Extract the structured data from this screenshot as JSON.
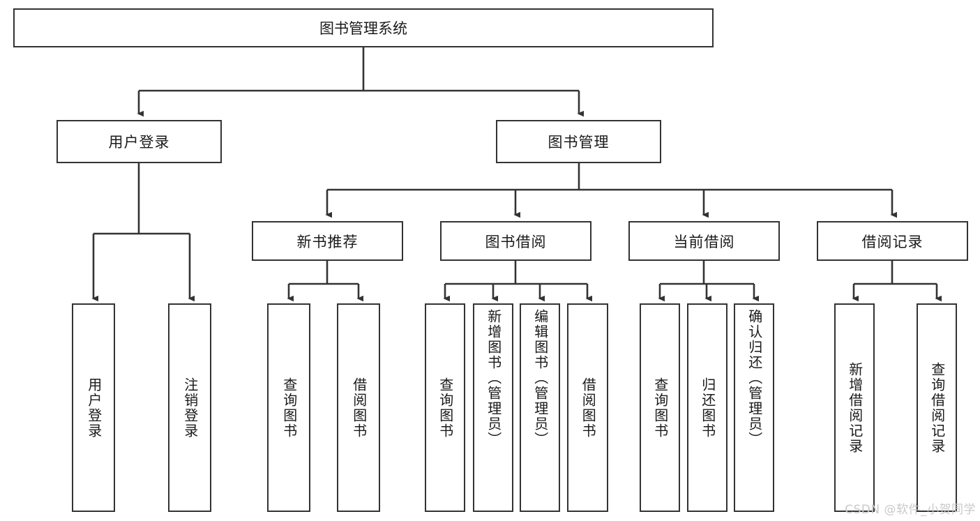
{
  "diagram": {
    "type": "tree-hierarchy",
    "title": "图书管理系统",
    "root": {
      "label": "图书管理系统"
    },
    "level2": [
      {
        "label": "用户登录"
      },
      {
        "label": "图书管理"
      }
    ],
    "level3": [
      {
        "label": "新书推荐"
      },
      {
        "label": "图书借阅"
      },
      {
        "label": "当前借阅"
      },
      {
        "label": "借阅记录"
      }
    ],
    "leaves": {
      "user_login": [
        {
          "label": "用户登录"
        },
        {
          "label": "注销登录"
        }
      ],
      "new_book_recommend": [
        {
          "label": "查询图书"
        },
        {
          "label": "借阅图书"
        }
      ],
      "book_borrow": [
        {
          "label": "查询图书"
        },
        {
          "label": "新增图书（管理员）"
        },
        {
          "label": "编辑图书（管理员）"
        },
        {
          "label": "借阅图书"
        }
      ],
      "current_borrow": [
        {
          "label": "查询图书"
        },
        {
          "label": "归还图书"
        },
        {
          "label": "确认归还（管理员）"
        }
      ],
      "borrow_record": [
        {
          "label": "新增借阅记录"
        },
        {
          "label": "查询借阅记录"
        }
      ]
    }
  },
  "watermark": {
    "text": "CSDN @软件_小贺同学"
  },
  "colors": {
    "border": "#333333",
    "text": "#1a1a1a",
    "background": "#ffffff",
    "watermark": "#c9c9c9"
  }
}
